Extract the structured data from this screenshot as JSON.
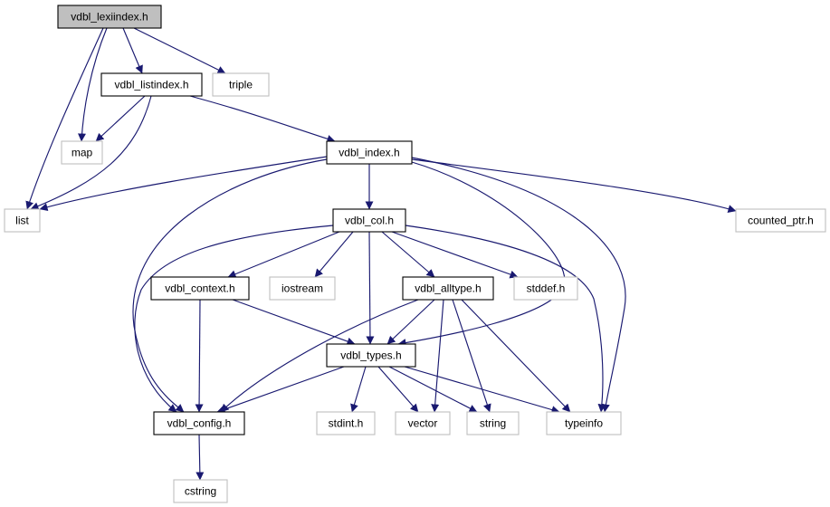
{
  "colors": {
    "edge": "#191970",
    "node_border": "#000000",
    "external_border": "#bfbfbf",
    "root_fill": "#bfbfbf",
    "node_fill": "#ffffff"
  },
  "nodes": [
    {
      "id": "lexiindex",
      "label": "vdbl_lexiindex.h",
      "kind": "root"
    },
    {
      "id": "listindex",
      "label": "vdbl_listindex.h",
      "kind": "doc"
    },
    {
      "id": "triple",
      "label": "triple",
      "kind": "external"
    },
    {
      "id": "map",
      "label": "map",
      "kind": "external"
    },
    {
      "id": "index",
      "label": "vdbl_index.h",
      "kind": "doc"
    },
    {
      "id": "list",
      "label": "list",
      "kind": "external"
    },
    {
      "id": "col",
      "label": "vdbl_col.h",
      "kind": "doc"
    },
    {
      "id": "counted_ptr",
      "label": "counted_ptr.h",
      "kind": "external"
    },
    {
      "id": "context",
      "label": "vdbl_context.h",
      "kind": "doc"
    },
    {
      "id": "iostream",
      "label": "iostream",
      "kind": "external"
    },
    {
      "id": "alltype",
      "label": "vdbl_alltype.h",
      "kind": "doc"
    },
    {
      "id": "stddef",
      "label": "stddef.h",
      "kind": "external"
    },
    {
      "id": "types",
      "label": "vdbl_types.h",
      "kind": "doc"
    },
    {
      "id": "config",
      "label": "vdbl_config.h",
      "kind": "doc"
    },
    {
      "id": "stdint",
      "label": "stdint.h",
      "kind": "external"
    },
    {
      "id": "vector",
      "label": "vector",
      "kind": "external"
    },
    {
      "id": "string",
      "label": "string",
      "kind": "external"
    },
    {
      "id": "typeinfo",
      "label": "typeinfo",
      "kind": "external"
    },
    {
      "id": "cstring",
      "label": "cstring",
      "kind": "external"
    }
  ],
  "edges": [
    {
      "from": "lexiindex",
      "to": "listindex"
    },
    {
      "from": "lexiindex",
      "to": "triple"
    },
    {
      "from": "lexiindex",
      "to": "map"
    },
    {
      "from": "lexiindex",
      "to": "list"
    },
    {
      "from": "listindex",
      "to": "map"
    },
    {
      "from": "listindex",
      "to": "list"
    },
    {
      "from": "listindex",
      "to": "index"
    },
    {
      "from": "index",
      "to": "list"
    },
    {
      "from": "index",
      "to": "col"
    },
    {
      "from": "index",
      "to": "counted_ptr"
    },
    {
      "from": "index",
      "to": "config"
    },
    {
      "from": "index",
      "to": "types"
    },
    {
      "from": "index",
      "to": "typeinfo"
    },
    {
      "from": "col",
      "to": "context"
    },
    {
      "from": "col",
      "to": "iostream"
    },
    {
      "from": "col",
      "to": "alltype"
    },
    {
      "from": "col",
      "to": "stddef"
    },
    {
      "from": "col",
      "to": "types"
    },
    {
      "from": "col",
      "to": "config"
    },
    {
      "from": "col",
      "to": "typeinfo"
    },
    {
      "from": "context",
      "to": "config"
    },
    {
      "from": "context",
      "to": "types"
    },
    {
      "from": "alltype",
      "to": "types"
    },
    {
      "from": "alltype",
      "to": "config"
    },
    {
      "from": "alltype",
      "to": "vector"
    },
    {
      "from": "alltype",
      "to": "string"
    },
    {
      "from": "alltype",
      "to": "typeinfo"
    },
    {
      "from": "types",
      "to": "config"
    },
    {
      "from": "types",
      "to": "stdint"
    },
    {
      "from": "types",
      "to": "vector"
    },
    {
      "from": "types",
      "to": "string"
    },
    {
      "from": "types",
      "to": "typeinfo"
    },
    {
      "from": "config",
      "to": "cstring"
    }
  ]
}
